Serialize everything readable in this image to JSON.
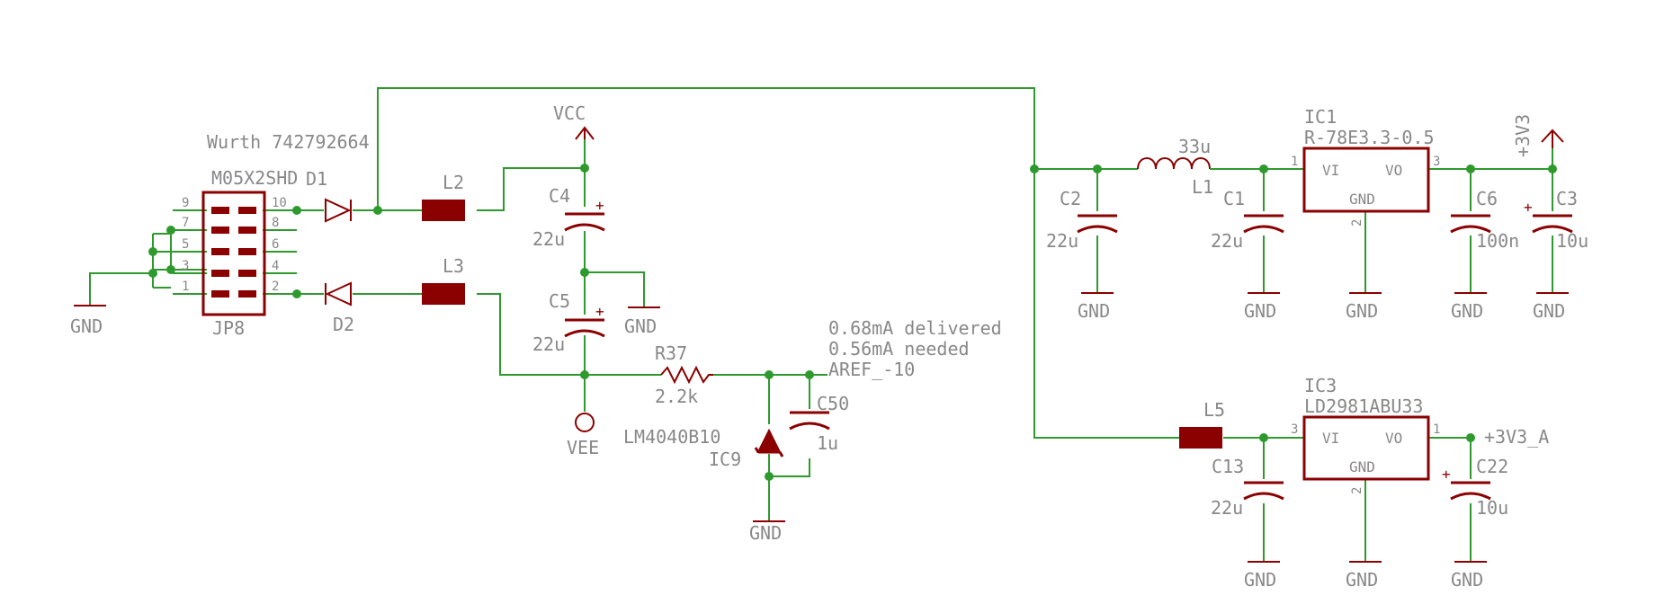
{
  "colors": {
    "wire": "#2e9a2e",
    "part": "#8b0000",
    "label": "#888888",
    "background": "#ffffff"
  },
  "connector": {
    "note": "Wurth 742792664",
    "type": "M05X2SHD",
    "name": "JP8",
    "pins": [
      "9",
      "10",
      "7",
      "8",
      "5",
      "6",
      "3",
      "4",
      "1",
      "2"
    ]
  },
  "diodes": {
    "d1": "D1",
    "d2": "D2"
  },
  "ferrites": {
    "l2": "L2",
    "l3": "L3",
    "l5": "L5"
  },
  "supplies": {
    "vcc": "VCC",
    "vee": "VEE",
    "v3v3": "+3V3",
    "v3v3_a": "+3V3_A",
    "gnd": "GND"
  },
  "caps": {
    "c4": {
      "name": "C4",
      "value": "22u",
      "polar": "+"
    },
    "c5": {
      "name": "C5",
      "value": "22u",
      "polar": "+"
    },
    "c50": {
      "name": "C50",
      "value": "1u"
    },
    "c2": {
      "name": "C2",
      "value": "22u"
    },
    "c1": {
      "name": "C1",
      "value": "22u"
    },
    "c6": {
      "name": "C6",
      "value": "100n"
    },
    "c3": {
      "name": "C3",
      "value": "10u",
      "polar": "+"
    },
    "c13": {
      "name": "C13",
      "value": "22u"
    },
    "c22": {
      "name": "C22",
      "value": "10u",
      "polar": "+"
    }
  },
  "resistor": {
    "name": "R37",
    "value": "2.2k"
  },
  "reference": {
    "part": "LM4040B10",
    "name": "IC9"
  },
  "aref": {
    "delivered": "0.68mA delivered",
    "needed": "0.56mA needed",
    "net": "AREF_-10"
  },
  "inductor": {
    "value": "33u",
    "name": "L1"
  },
  "ic1": {
    "name": "IC1",
    "part": "R-78E3.3-0.5",
    "vi": "VI",
    "vo": "VO",
    "gnd": "GND",
    "pin_in": "1",
    "pin_out": "3",
    "pin_gnd": "2"
  },
  "ic3": {
    "name": "IC3",
    "part": "LD2981ABU33",
    "vi": "VI",
    "vo": "VO",
    "gnd": "GND",
    "pin_in": "3",
    "pin_out": "1",
    "pin_gnd": "2"
  }
}
